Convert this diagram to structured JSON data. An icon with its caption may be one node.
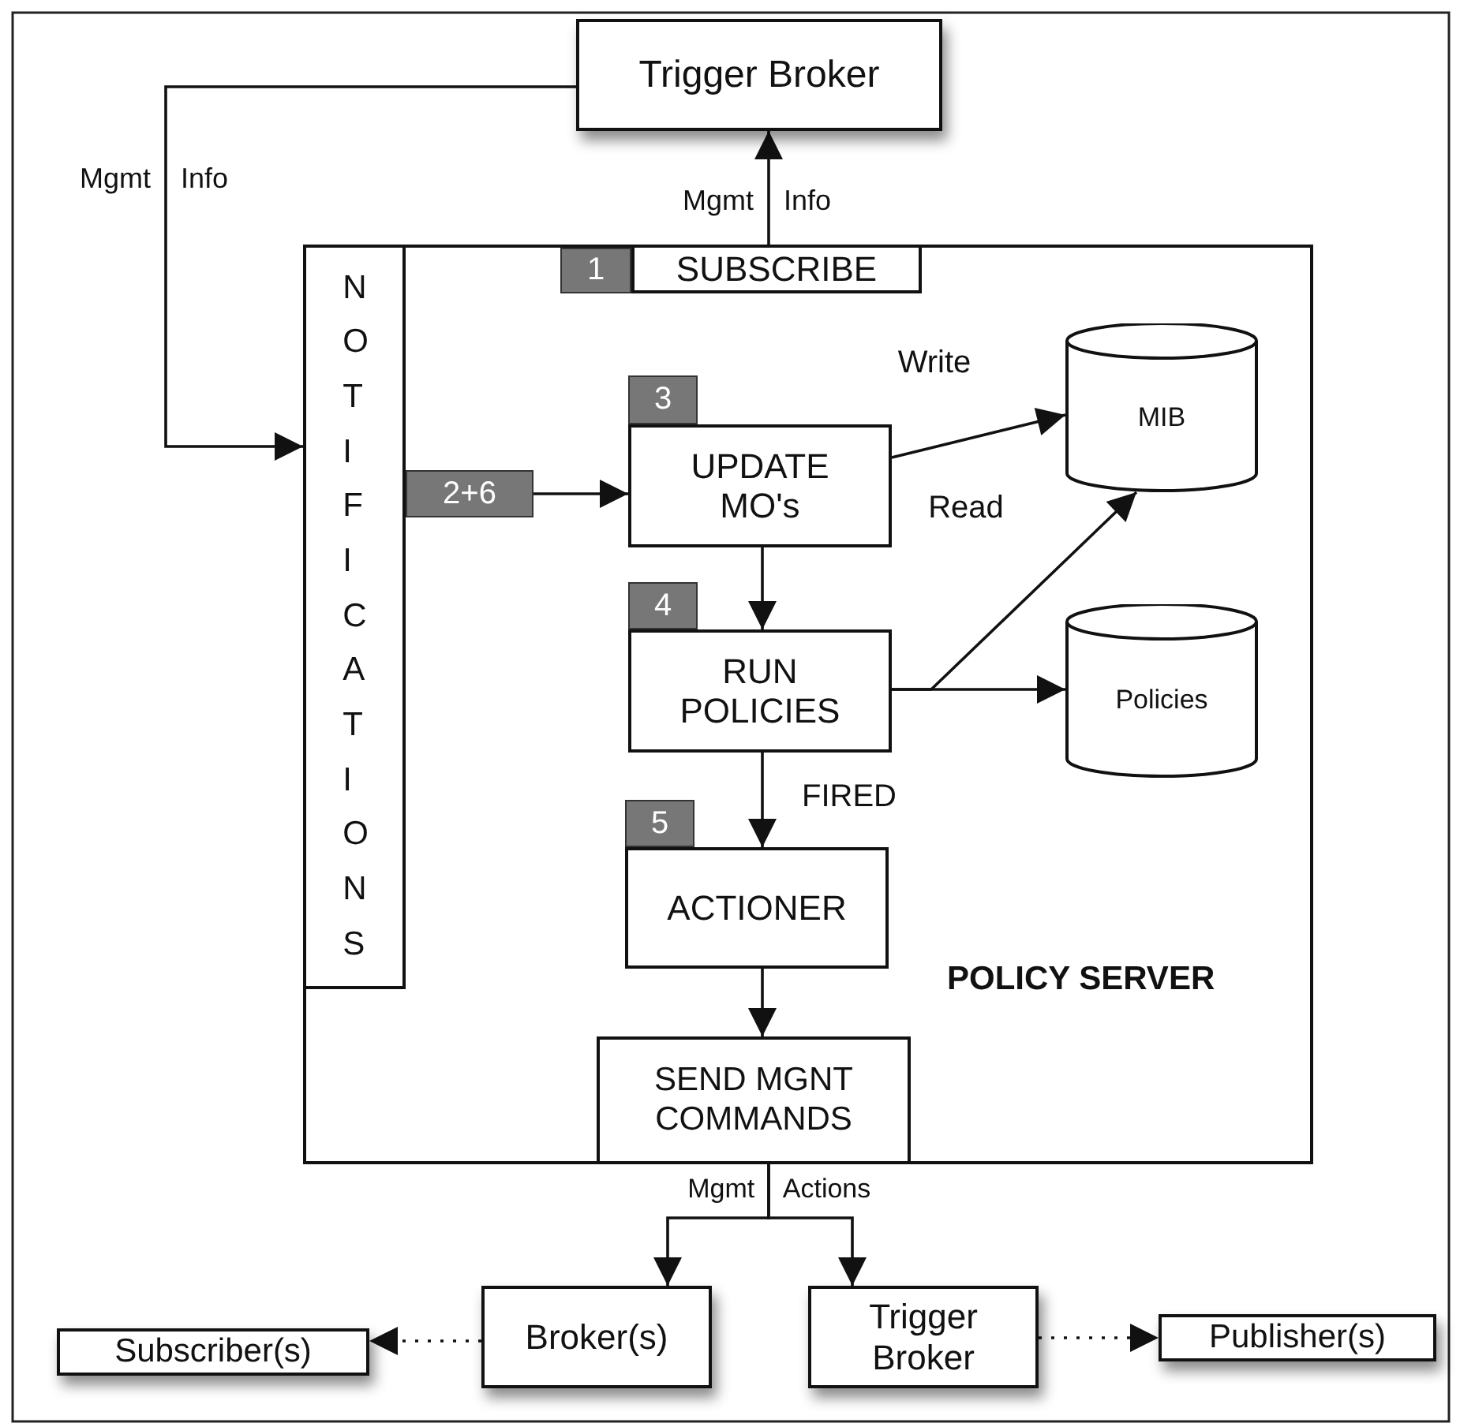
{
  "diagram": {
    "nodes": [
      {
        "text": [
          "Trigger Broker"
        ]
      },
      {
        "text": [
          "POLICY SERVER"
        ]
      },
      {
        "text": [
          "NOTIFICATIONS"
        ],
        "in": 1
      },
      {
        "text": [
          "1"
        ],
        "in": 1
      },
      {
        "text": [
          "SUBSCRIBE"
        ],
        "in": 1
      },
      {
        "text": [
          "3"
        ],
        "in": 1
      },
      {
        "text": [
          "UPDATE MO's"
        ],
        "in": 1
      },
      {
        "text": [
          "MIB"
        ],
        "in": 1
      },
      {
        "text": [
          "4"
        ],
        "in": 1
      },
      {
        "text": [
          "RUN POLICIES"
        ],
        "in": 1
      },
      {
        "text": [
          "Policies"
        ],
        "in": 1
      },
      {
        "text": [
          "5"
        ],
        "in": 1
      },
      {
        "text": [
          "ACTIONER"
        ],
        "in": 1
      },
      {
        "text": [
          "SEND MGNT COMMANDS"
        ],
        "in": 1
      },
      {
        "text": [
          "Broker(s)"
        ]
      },
      {
        "text": [
          "Trigger Broker"
        ]
      },
      {
        "text": [
          "Subscriber(s)"
        ]
      },
      {
        "text": [
          "Publisher(s)"
        ]
      }
    ],
    "edges": [
      {
        "from": 0,
        "to": 2,
        "arrow": "to",
        "label": "Mgmt Info"
      },
      {
        "from": 4,
        "to": 0,
        "arrow": "to",
        "label": "Mgmt Info"
      },
      {
        "from": 2,
        "to": 6,
        "arrow": "to",
        "label": "2+6"
      },
      {
        "from": 6,
        "to": 7,
        "arrow": "to",
        "label": "Write"
      },
      {
        "from": 6,
        "to": 9,
        "arrow": "to"
      },
      {
        "from": 9,
        "to": 7,
        "arrow": "to",
        "label": "Read"
      },
      {
        "from": 9,
        "to": 10,
        "arrow": "to"
      },
      {
        "from": 9,
        "to": 12,
        "arrow": "to",
        "label": "FIRED"
      },
      {
        "from": 12,
        "to": 13,
        "arrow": "to"
      },
      {
        "from": 13,
        "to": 14,
        "arrow": "to",
        "label": "Mgmt Actions"
      },
      {
        "from": 13,
        "to": 15,
        "arrow": "to"
      },
      {
        "from": 14,
        "to": 16,
        "arrow": "to",
        "style": "dashed"
      },
      {
        "from": 15,
        "to": 17,
        "arrow": "to",
        "style": "dashed"
      }
    ]
  }
}
